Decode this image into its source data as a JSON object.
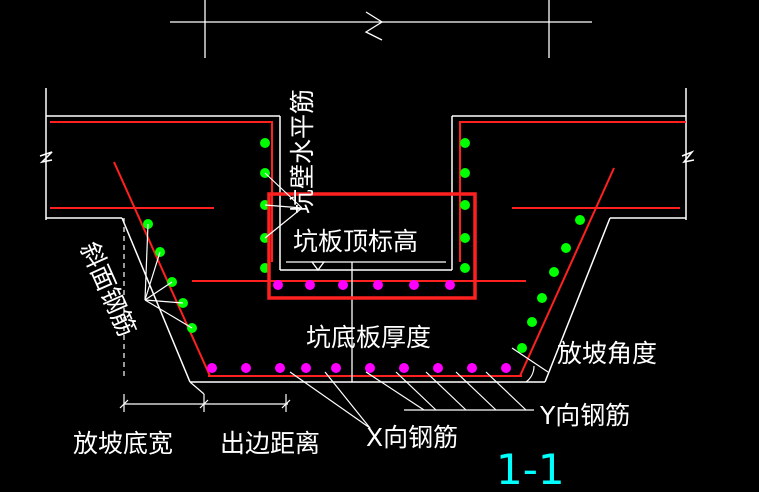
{
  "labels": {
    "pit_wall_horizontal_bar": "坑壁水平筋",
    "pit_slab_top_elevation": "坑板顶标高",
    "slope_face_bar": "斜面钢筋",
    "pit_bottom_slab_thickness": "坑底板厚度",
    "slope_angle": "放坡角度",
    "y_direction_bar": "Y向钢筋",
    "slope_bottom_width": "放坡底宽",
    "edge_distance": "出边距离",
    "x_direction_bar": "X向钢筋",
    "section_mark": "1-1"
  },
  "colors": {
    "background": "#000000",
    "outline": "#ffffff",
    "rebar": "#ff2020",
    "highlight_box": "#ff2020",
    "green_bar": "#00ff00",
    "magenta_bar": "#ff00ff",
    "section_text": "#00ffff"
  }
}
